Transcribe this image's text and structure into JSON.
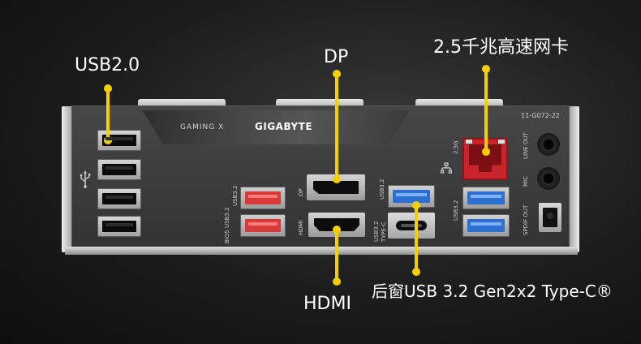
{
  "labels": {
    "usb20": "USB2.0",
    "dp": "DP",
    "lan": "2.5千兆高速网卡",
    "hdmi": "HDMI",
    "typec": "后窗USB 3.2 Gen2x2 Type-C®"
  },
  "panel": {
    "brand": "GIGABYTE",
    "series": "GAMING X",
    "model_code": "11-G072-22",
    "silk": {
      "usb32_top": "USB3.2",
      "bios_usb32": "BIOS USB3.2",
      "dp": "DP",
      "hdmi": "HDMI",
      "usb32_typec": "USB3.2 TYPE-C",
      "usb32_a": "USB3.2",
      "usb32_right": "USB3.2",
      "lan_25g": "2.5G",
      "line_out": "LINE OUT",
      "mic": "MIC",
      "spdif_out": "SPDIF OUT"
    }
  },
  "colors": {
    "callout": "#f5d000",
    "usb32_red": "#d83a3a",
    "usb32_blue": "#2d6fcf",
    "lan_red": "#c9242b",
    "panel": "#3d3d3d"
  },
  "icons": {
    "usb": "usb-trident-icon",
    "lan": "network-icon"
  }
}
